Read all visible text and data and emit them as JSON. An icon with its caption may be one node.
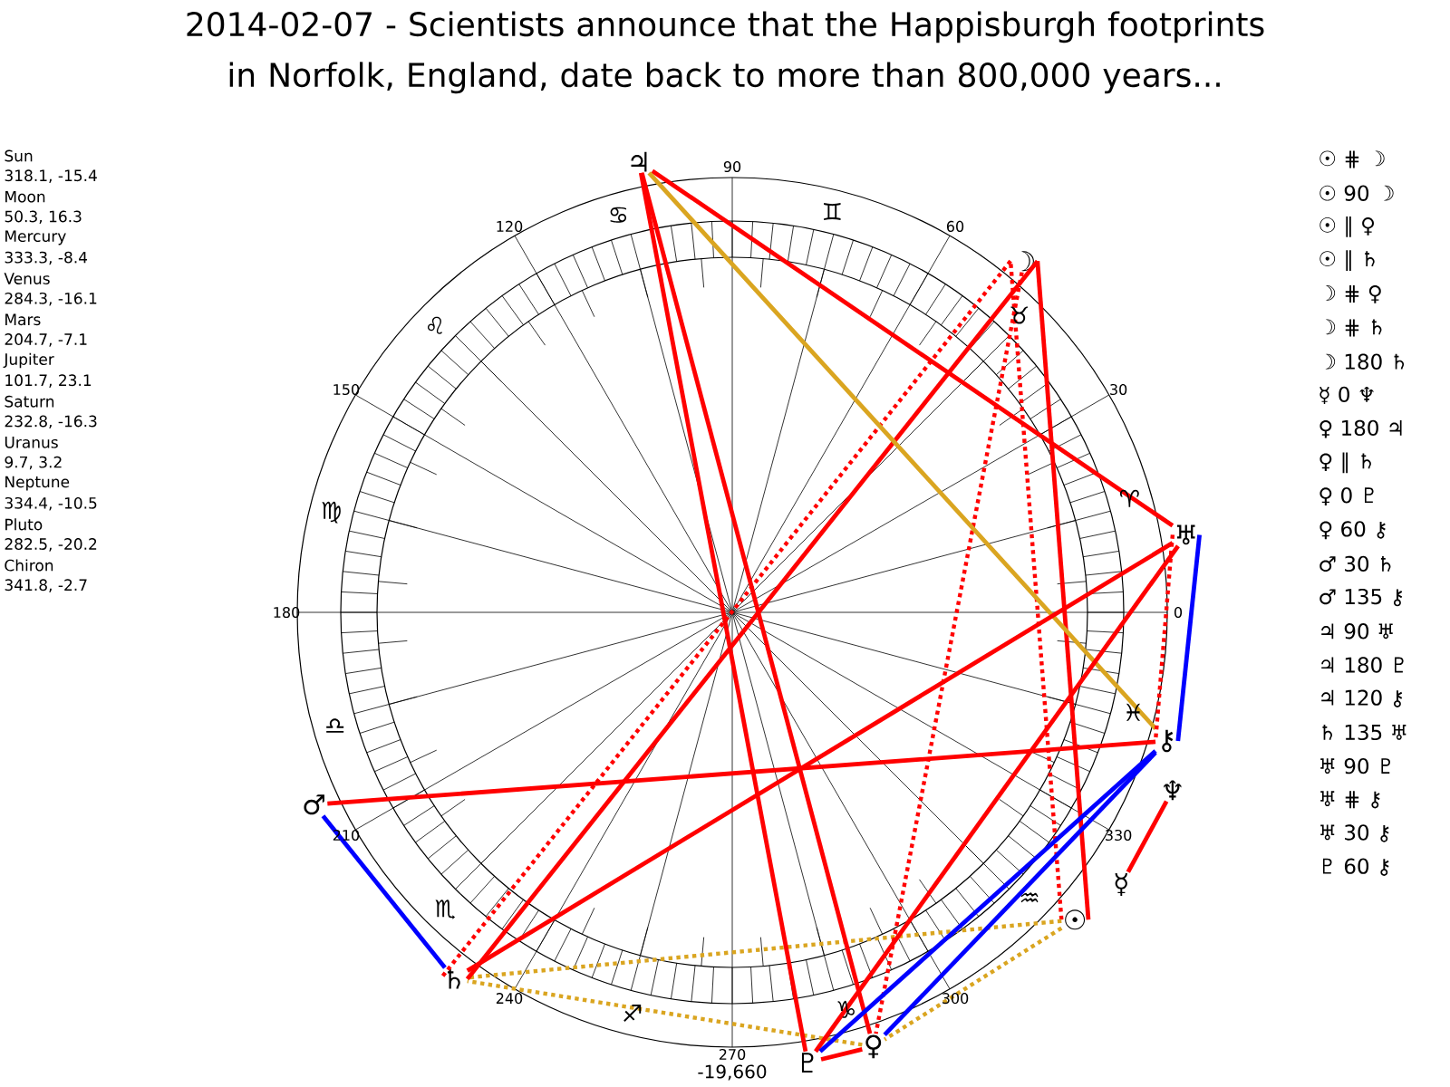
{
  "diagram": {
    "title": "2014-02-07 - Scientists announce that the Happisburgh footprints in Norfolk, England, date back to more than 800,000 years...",
    "nodes": [
      {
        "text": [
          "☉"
        ]
      },
      {
        "text": [
          "☽"
        ]
      },
      {
        "text": [
          "☿"
        ]
      },
      {
        "text": [
          "♀"
        ]
      },
      {
        "text": [
          "♂"
        ]
      },
      {
        "text": [
          "♃"
        ]
      },
      {
        "text": [
          "♄"
        ]
      },
      {
        "text": [
          "♅"
        ]
      },
      {
        "text": [
          "♆"
        ]
      },
      {
        "text": [
          "♇"
        ]
      },
      {
        "text": [
          "⚷"
        ]
      }
    ],
    "edges": [
      {
        "from": 0,
        "to": 1,
        "arrow": "none",
        "style": "dashed"
      },
      {
        "from": 0,
        "to": 1,
        "arrow": "none"
      },
      {
        "from": 0,
        "to": 3,
        "arrow": "none",
        "style": "dashed",
        "color": "#daa520"
      },
      {
        "from": 0,
        "to": 6,
        "arrow": "none",
        "style": "dashed",
        "color": "#daa520"
      },
      {
        "from": 1,
        "to": 3,
        "arrow": "none",
        "style": "dashed"
      },
      {
        "from": 1,
        "to": 6,
        "arrow": "none",
        "style": "dashed"
      },
      {
        "from": 1,
        "to": 6,
        "arrow": "none"
      },
      {
        "from": 2,
        "to": 8,
        "arrow": "none"
      },
      {
        "from": 3,
        "to": 5,
        "arrow": "none"
      },
      {
        "from": 3,
        "to": 6,
        "arrow": "none",
        "style": "dashed",
        "color": "#daa520"
      },
      {
        "from": 3,
        "to": 9,
        "arrow": "none"
      },
      {
        "from": 3,
        "to": 10,
        "arrow": "none",
        "color": "#0000ff"
      },
      {
        "from": 4,
        "to": 6,
        "arrow": "none",
        "color": "#0000ff"
      },
      {
        "from": 4,
        "to": 10,
        "arrow": "none"
      },
      {
        "from": 5,
        "to": 7,
        "arrow": "none"
      },
      {
        "from": 5,
        "to": 9,
        "arrow": "none"
      },
      {
        "from": 5,
        "to": 10,
        "arrow": "none",
        "color": "#daa520"
      },
      {
        "from": 6,
        "to": 7,
        "arrow": "none"
      },
      {
        "from": 7,
        "to": 9,
        "arrow": "none"
      },
      {
        "from": 7,
        "to": 10,
        "arrow": "none",
        "style": "dashed"
      },
      {
        "from": 7,
        "to": 10,
        "arrow": "none",
        "color": "#0000ff"
      },
      {
        "from": 9,
        "to": 10,
        "arrow": "none",
        "color": "#0000ff"
      }
    ],
    "labels": [
      "Sun",
      "318.1, -15.4",
      "Moon",
      "50.3, 16.3",
      "Mercury",
      "333.3, -8.4",
      "Venus",
      "284.3, -16.1",
      "Mars",
      "204.7, -7.1",
      "Jupiter",
      "101.7, 23.1",
      "Saturn",
      "232.8, -16.3",
      "Uranus",
      "9.7, 3.2",
      "Neptune",
      "334.4, -10.5",
      "Pluto",
      "282.5, -20.2",
      "Chiron",
      "341.8, -2.7",
      "☉ ⋕ ☽",
      "☉ 90 ☽",
      "☉ ∥ ♀",
      "☉ ∥ ♄",
      "☽ ⋕ ♀",
      "☽ ⋕ ♄",
      "☽ 180 ♄",
      "☿ 0 ♆",
      "♀ 180 ♃",
      "♀ ∥ ♄",
      "♀ 0 ♇",
      "♀ 60 ⚷",
      "♂ 30 ♄",
      "♂ 135 ⚷",
      "♃ 90 ♅",
      "♃ 180 ♇",
      "♃ 120 ⚷",
      "♄ 135 ♅",
      "♅ 90 ♇",
      "♅ ⋕ ⚷",
      "♅ 30 ⚷",
      "♇ 60 ⚷",
      "0",
      "30",
      "60",
      "90",
      "120",
      "150",
      "180",
      "210",
      "240",
      "270",
      "300",
      "330",
      "-19,660",
      "♈",
      "♉",
      "♊",
      "♋",
      "♌",
      "♍",
      "♎",
      "♏",
      "♐",
      "♑",
      "♒",
      "♓"
    ]
  }
}
